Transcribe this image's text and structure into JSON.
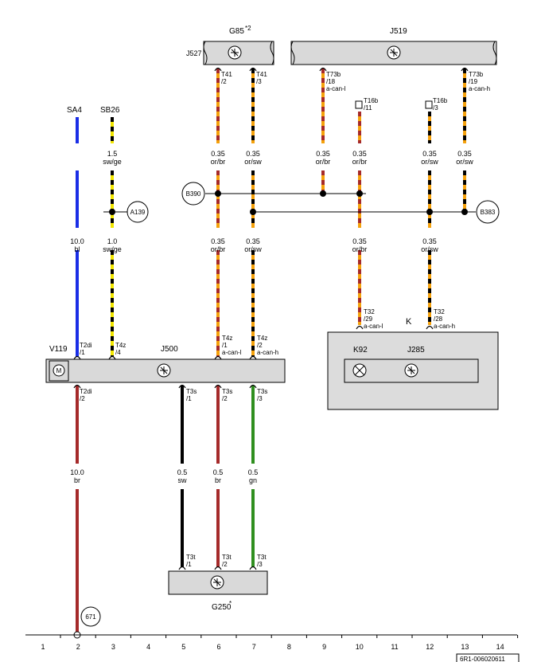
{
  "colors": {
    "blue": "#1a2ee6",
    "black": "#000000",
    "yellow": "#f2e600",
    "orange": "#f5a10b",
    "brown": "#a52a2a",
    "green": "#2f8f1f",
    "box_fill": "#d9d9d9",
    "panel_fill": "#dcdcdc"
  },
  "components": {
    "g85": "G85",
    "g85_note": "*2",
    "j527": "J527",
    "j519": "J519",
    "sa4": "SA4",
    "sb26": "SB26",
    "v119": "V119",
    "j500": "J500",
    "k": "K",
    "k92": "K92",
    "j285": "J285",
    "g250": "G250",
    "g250_note": "*"
  },
  "connectors": {
    "t41_2a": "T41",
    "t41_2b": "/2",
    "t41_3a": "T41",
    "t41_3b": "/3",
    "t73b_18a": "T73b",
    "t73b_18b": "/18",
    "t73b_18c": "a-can-l",
    "t16b_11a": "T16b",
    "t16b_11b": "/11",
    "t16b_3a": "T16b",
    "t16b_3b": "/3",
    "t73b_19a": "T73b",
    "t73b_19b": "/19",
    "t73b_19c": "a-can-h",
    "t2di_1a": "T2di",
    "t2di_1b": "/1",
    "t4z_4a": "T4z",
    "t4z_4b": "/4",
    "t4z_1a": "T4z",
    "t4z_1b": "/1",
    "t4z_1c": "a-can-l",
    "t4z_2a": "T4z",
    "t4z_2b": "/2",
    "t4z_2c": "a-can-h",
    "t32_29a": "T32",
    "t32_29b": "/29",
    "t32_29c": "a-can-l",
    "t32_28a": "T32",
    "t32_28b": "/28",
    "t32_28c": "a-can-h",
    "t2di_2a": "T2di",
    "t2di_2b": "/2",
    "t3s_1a": "T3s",
    "t3s_1b": "/1",
    "t3s_2a": "T3s",
    "t3s_2b": "/2",
    "t3s_3a": "T3s",
    "t3s_3b": "/3",
    "t3t_1a": "T3t",
    "t3t_1b": "/1",
    "t3t_2a": "T3t",
    "t3t_2b": "/2",
    "t3t_3a": "T3t",
    "t3t_3b": "/3"
  },
  "nodes": {
    "b390": "B390",
    "b383": "B383",
    "a139": "A139",
    "n671": "671"
  },
  "wires": {
    "w_top_6": [
      "0.35",
      "or/br"
    ],
    "w_top_7": [
      "0.35",
      "or/sw"
    ],
    "w_top_9": [
      "0.35",
      "or/br"
    ],
    "w_top_10": [
      "0.35",
      "or/br"
    ],
    "w_top_12": [
      "0.35",
      "or/sw"
    ],
    "w_top_13": [
      "0.35",
      "or/sw"
    ],
    "w_sb26": [
      "1.5",
      "sw/ge"
    ],
    "w_a139": [
      "1.0",
      "sw/ge"
    ],
    "w_sa4": [
      "10.0",
      "bl"
    ],
    "w_mid_6": [
      "0.35",
      "or/br"
    ],
    "w_mid_7": [
      "0.35",
      "or/sw"
    ],
    "w_mid_10": [
      "0.35",
      "or/br"
    ],
    "w_mid_12": [
      "0.35",
      "or/sw"
    ],
    "w_br_2": [
      "10.0",
      "br"
    ],
    "w_sw_5": [
      "0.5",
      "sw"
    ],
    "w_br_6": [
      "0.5",
      "br"
    ],
    "w_gn_7": [
      "0.5",
      "gn"
    ]
  },
  "columns": [
    "1",
    "2",
    "3",
    "4",
    "5",
    "6",
    "7",
    "8",
    "9",
    "10",
    "11",
    "12",
    "13",
    "14"
  ],
  "footer": {
    "code": "6R1-006020611"
  }
}
